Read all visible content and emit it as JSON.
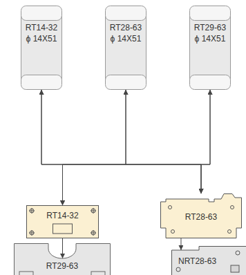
{
  "diagram": {
    "nodes": [
      {
        "text": [
          "RT14-32",
          "ϕ 14X51"
        ]
      },
      {
        "text": [
          "RT28-63",
          "ϕ 14X51"
        ]
      },
      {
        "text": [
          "RT29-63",
          "ϕ 14X51"
        ]
      },
      {
        "text": [
          "RT14-32"
        ]
      },
      {
        "text": [
          "RT28-63"
        ]
      },
      {
        "text": [
          "RT29-63"
        ]
      },
      {
        "text": [
          "NRT28-63"
        ]
      }
    ],
    "edges": [
      {
        "from": 0,
        "to": 3,
        "arrow": "both"
      },
      {
        "from": 0,
        "to": 4,
        "arrow": "both"
      },
      {
        "from": 1,
        "to": 3,
        "arrow": "both"
      },
      {
        "from": 1,
        "to": 4,
        "arrow": "both"
      },
      {
        "from": 2,
        "to": 3,
        "arrow": "both"
      },
      {
        "from": 2,
        "to": 4,
        "arrow": "both"
      },
      {
        "from": 3,
        "to": 5,
        "arrow": "to"
      },
      {
        "from": 4,
        "to": 6,
        "arrow": "to"
      }
    ]
  }
}
